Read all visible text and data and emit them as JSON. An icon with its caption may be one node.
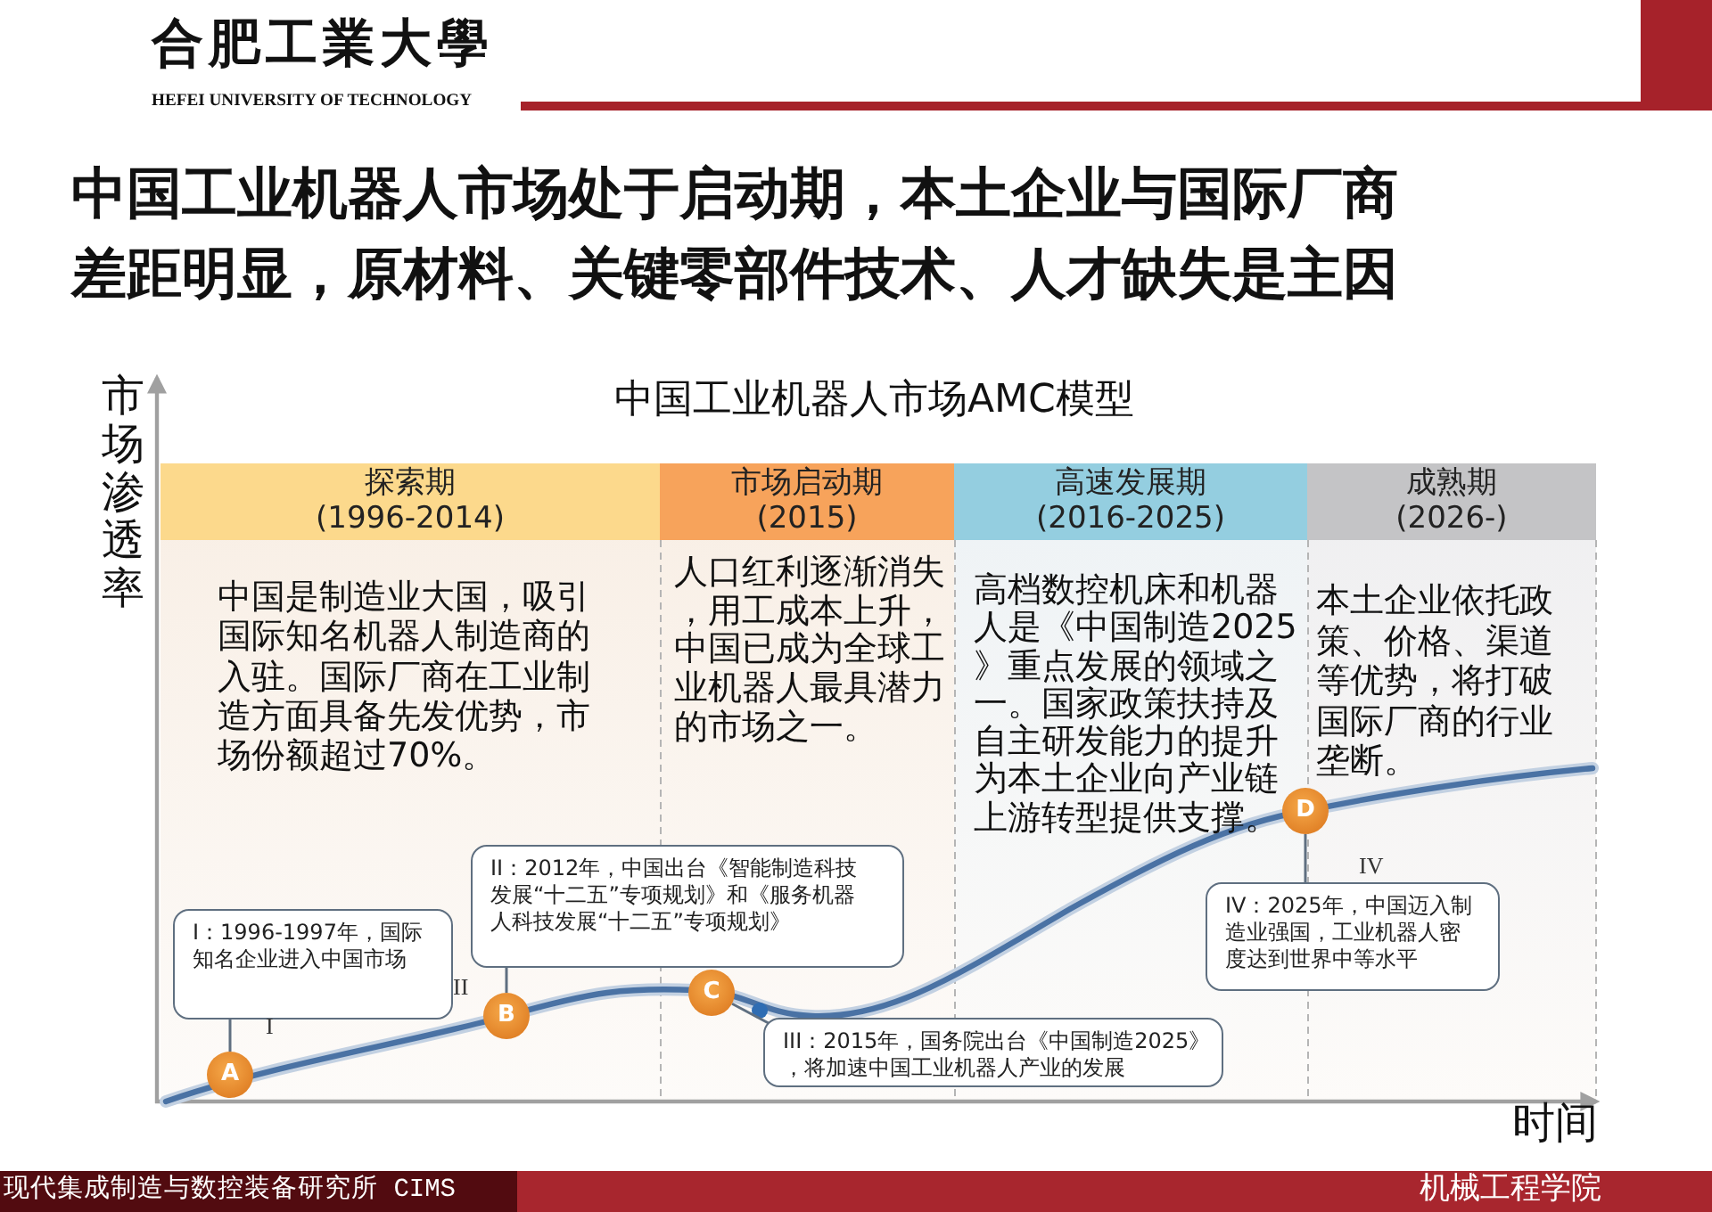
{
  "diagram": {
    "title": "中国工业机器人市场处于启动期，本土企业与国际厂商差距明显，原材料、关键零部件技术、人才缺失是主因",
    "nodes": [
      {
        "text": [
          "探索期",
          "(1996-2014)",
          "中国是制造业大国，吸引国际知名机器人制造商的入驻。国际厂商在工业制造方面具备先发优势，市场份额超过70%。"
        ]
      },
      {
        "text": [
          "市场启动期",
          "(2015)",
          "人口红利逐渐消失，用工成本上升，中国已成为全球工业机器人最具潜力的市场之一。"
        ]
      },
      {
        "text": [
          "高速发展期",
          "(2016-2025)",
          "高档数控机床和机器人是《中国制造2025》重点发展的领域之一。国家政策扶持及自主研发能力的提升为本土企业向产业链上游转型提供支撑。"
        ]
      },
      {
        "text": [
          "成熟期",
          "(2026-)",
          "本土企业依托政策、价格、渠道等优势，将打破国际厂商的行业垄断。"
        ]
      },
      {
        "text": [
          "I：1996-1997年，国际知名企业进入中国市场"
        ],
        "in": 0
      },
      {
        "text": [
          "II：2012年，中国出台《智能制造科技发展“十二五”专项规划》和《服务机器人科技发展“十二五”专项规划》"
        ]
      },
      {
        "text": [
          "III：2015年，国务院出台《中国制造2025》，将加速中国工业机器人产业的发展"
        ]
      },
      {
        "text": [
          "IV：2025年，中国迈入制造业强国，工业机器人密度达到世界中等水平"
        ]
      },
      {
        "text": [
          "A"
        ],
        "in": 0
      },
      {
        "text": [
          "B"
        ],
        "in": 0
      },
      {
        "text": [
          "C"
        ],
        "in": 1
      },
      {
        "text": [
          "D"
        ]
      }
    ],
    "edges": [
      {
        "from": 4,
        "to": 8,
        "arrow": "none"
      },
      {
        "from": 5,
        "to": 9,
        "arrow": "none"
      },
      {
        "from": 6,
        "to": 10,
        "arrow": "none"
      },
      {
        "from": 7,
        "to": 11,
        "arrow": "none"
      }
    ],
    "labels": [
      "合肥工業大學",
      "HEFEI UNIVERSITY OF TECHNOLOGY",
      "中国工业机器人市场AMC模型",
      "市场渗透率",
      "IV",
      "II",
      "I",
      "时间",
      "现代集成制造与数控装备研究所 CIMS",
      "机械工程学院"
    ]
  }
}
